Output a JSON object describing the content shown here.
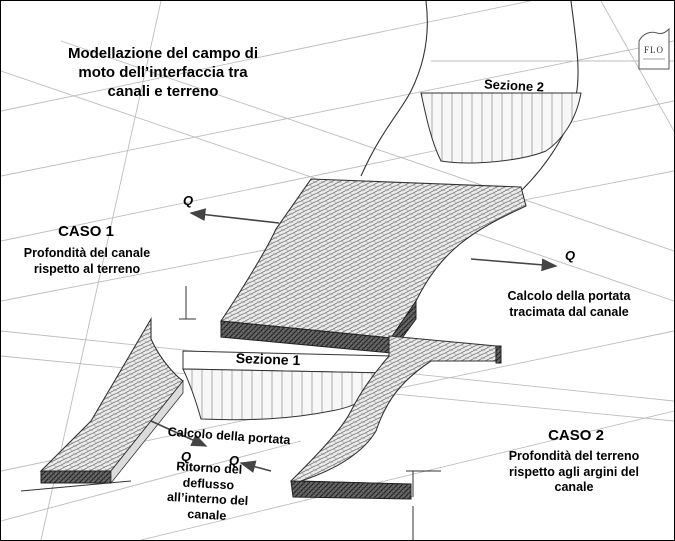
{
  "title": "Modellazione del campo di moto dell’interfaccia tra canali e terreno",
  "section_2": "Sezione 2",
  "section_1": "Sezione 1",
  "case_1": {
    "heading": "CASO 1",
    "text": "Profondità del canale rispetto al terreno"
  },
  "case_2": {
    "heading": "CASO 2",
    "text": "Profondità del terreno rispetto agli argini del canale"
  },
  "overflow_calc": "Calcolo della portata tracimata dal canale",
  "flow_calc": "Calcolo della portata",
  "return_flow": "Ritorno del deflusso all’interno del canale",
  "flow_symbol": "Q",
  "logo_text": "FLO",
  "colors": {
    "line": "#333333",
    "hatch": "#555555",
    "dark_hatch": "#222222"
  }
}
